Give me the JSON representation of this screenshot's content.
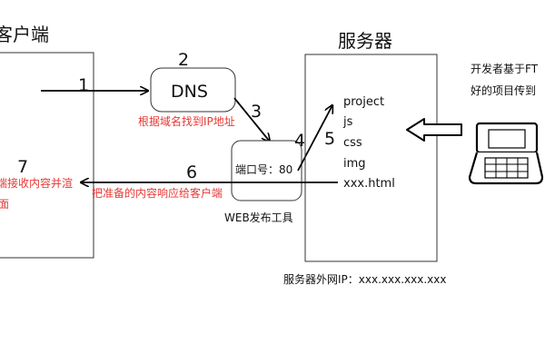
{
  "client": {
    "title": "客户端",
    "step7_number": "7",
    "step7_caption_line1": "端接收内容并渲",
    "step7_caption_line2": "面"
  },
  "dns": {
    "label": "DNS",
    "step2_number": "2",
    "caption": "根据域名找到IP地址"
  },
  "step1_number": "1",
  "step3_number": "3",
  "step4_number": "4",
  "step5_number": "5",
  "step6_number": "6",
  "step6_caption": "把准备的内容响应给客户端",
  "web_tool": {
    "port_label": "端口号：80",
    "caption": "WEB发布工具"
  },
  "server": {
    "title": "服务器",
    "files": [
      "project",
      "js",
      "css",
      "img",
      "xxx.html"
    ],
    "ip_caption": "服务器外网IP：xxx.xxx.xxx.xxx"
  },
  "developer": {
    "caption_line1": "开发者基于FT",
    "caption_line2": "好的项目传到"
  },
  "colors": {
    "line": "#000000",
    "box_border": "#333333",
    "caption_red": "#e53935",
    "text": "#111111"
  }
}
